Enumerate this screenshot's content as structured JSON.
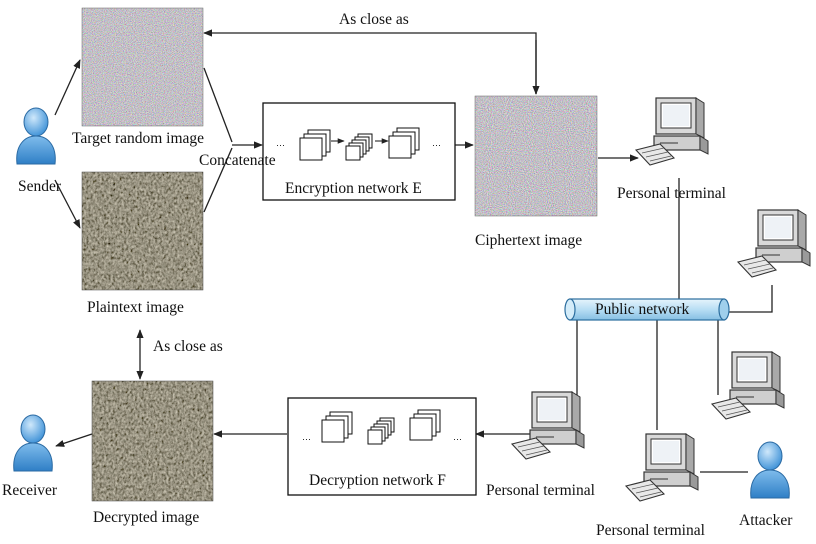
{
  "labels": {
    "as_close_as_top": "As close as",
    "as_close_as_left": "As close as",
    "target_random_image": "Target random image",
    "concatenate": "Concatenate",
    "sender": "Sender",
    "plaintext_image": "Plaintext image",
    "encryption_network": "Encryption network E",
    "ciphertext_image": "Ciphertext image",
    "personal_terminal_top": "Personal terminal",
    "public_network": "Public network",
    "decryption_network": "Decryption network F",
    "personal_terminal_left": "Personal terminal",
    "personal_terminal_bottom": "Personal terminal",
    "receiver": "Receiver",
    "decrypted_image": "Decrypted image",
    "attacker": "Attacker"
  },
  "icons": {
    "person": "person-icon",
    "computer": "desktop-computer-icon",
    "network_pipe": "network-cylinder-icon",
    "layer_stack": "conv-layer-stack-icon"
  },
  "colors": {
    "person_fill": "#3f97dd",
    "person_light": "#a9d3f5",
    "pipe_fill": "#bfe3f7",
    "pipe_stroke": "#2b6d9e",
    "line": "#222222"
  }
}
